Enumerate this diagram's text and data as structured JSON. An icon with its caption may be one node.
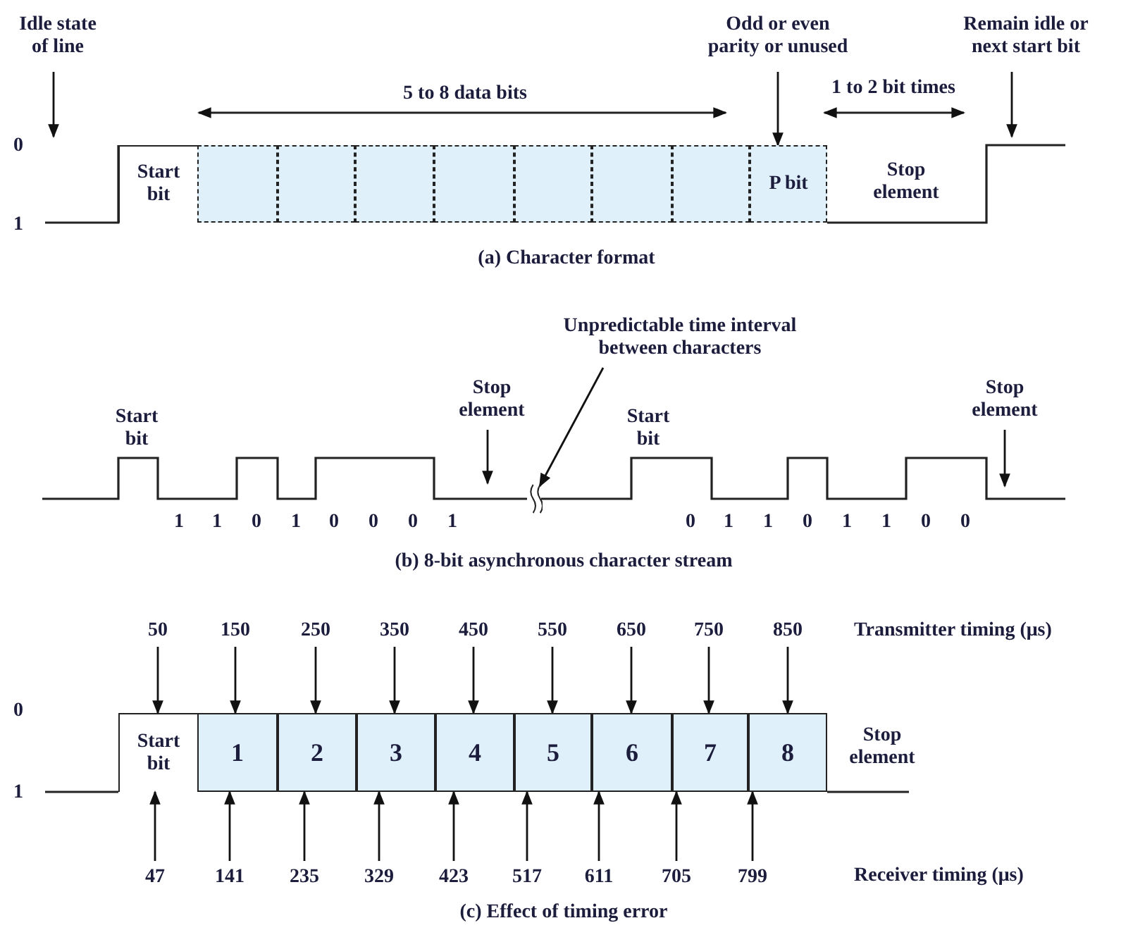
{
  "diagram": {
    "nodes": [
      {
        "text": [
          "Idle state of line"
        ]
      },
      {
        "text": [
          "Odd or even parity or unused"
        ]
      },
      {
        "text": [
          "Remain idle or next start bit"
        ]
      },
      {
        "text": [
          "Start bit"
        ]
      },
      {
        "text": [],
        "shape": "box"
      },
      {
        "text": [],
        "shape": "box"
      },
      {
        "text": [],
        "shape": "box"
      },
      {
        "text": [],
        "shape": "box"
      },
      {
        "text": [],
        "shape": "box"
      },
      {
        "text": [],
        "shape": "box"
      },
      {
        "text": [],
        "shape": "box"
      },
      {
        "text": [
          "P bit"
        ]
      },
      {
        "text": [
          "Stop element"
        ]
      },
      {
        "text": [
          "Unpredictable time interval between characters"
        ]
      },
      {
        "text": [
          "Stop element"
        ]
      },
      {
        "text": [
          "50"
        ]
      },
      {
        "text": [
          "150"
        ]
      },
      {
        "text": [
          "250"
        ]
      },
      {
        "text": [
          "350"
        ]
      },
      {
        "text": [
          "450"
        ]
      },
      {
        "text": [
          "550"
        ]
      },
      {
        "text": [
          "650"
        ]
      },
      {
        "text": [
          "750"
        ]
      },
      {
        "text": [
          "850"
        ]
      },
      {
        "text": [
          "Start bit"
        ]
      },
      {
        "text": [
          "1"
        ]
      },
      {
        "text": [
          "2"
        ]
      },
      {
        "text": [
          "3"
        ]
      },
      {
        "text": [
          "4"
        ]
      },
      {
        "text": [
          "5"
        ]
      },
      {
        "text": [
          "6"
        ]
      },
      {
        "text": [
          "7"
        ]
      },
      {
        "text": [
          "8"
        ]
      },
      {
        "text": [
          "47"
        ]
      },
      {
        "text": [
          "141"
        ]
      },
      {
        "text": [
          "235"
        ]
      },
      {
        "text": [
          "329"
        ]
      },
      {
        "text": [
          "423"
        ]
      },
      {
        "text": [
          "517"
        ]
      },
      {
        "text": [
          "611"
        ]
      },
      {
        "text": [
          "705"
        ]
      },
      {
        "text": [
          "799"
        ]
      },
      {
        "text": [],
        "shape": "picture"
      }
    ],
    "edges": [
      {
        "from": 0,
        "to": null,
        "arrow": "to"
      },
      {
        "from": 1,
        "to": 11,
        "arrow": "to"
      },
      {
        "from": 2,
        "to": null,
        "arrow": "to"
      },
      {
        "from": 12,
        "to": null,
        "arrow": "to"
      },
      {
        "from": 13,
        "to": 42,
        "arrow": "to"
      },
      {
        "from": 14,
        "to": null,
        "arrow": "to"
      },
      {
        "from": 15,
        "to": 24,
        "arrow": "to"
      },
      {
        "from": 16,
        "to": 25,
        "arrow": "to"
      },
      {
        "from": 17,
        "to": 26,
        "arrow": "to"
      },
      {
        "from": 18,
        "to": 27,
        "arrow": "to"
      },
      {
        "from": 19,
        "to": 28,
        "arrow": "to"
      },
      {
        "from": 20,
        "to": 29,
        "arrow": "to"
      },
      {
        "from": 21,
        "to": 30,
        "arrow": "to"
      },
      {
        "from": 22,
        "to": 31,
        "arrow": "to"
      },
      {
        "from": 23,
        "to": 32,
        "arrow": "to"
      },
      {
        "from": 33,
        "to": 24,
        "arrow": "to"
      },
      {
        "from": 34,
        "to": 25,
        "arrow": "to"
      },
      {
        "from": 35,
        "to": 26,
        "arrow": "to"
      },
      {
        "from": 36,
        "to": 27,
        "arrow": "to"
      },
      {
        "from": 37,
        "to": 28,
        "arrow": "to"
      },
      {
        "from": 38,
        "to": 29,
        "arrow": "to"
      },
      {
        "from": 39,
        "to": 30,
        "arrow": "to"
      },
      {
        "from": 40,
        "to": 31,
        "arrow": "to"
      },
      {
        "from": 41,
        "to": 32,
        "arrow": "to"
      }
    ],
    "labels": [
      "5 to 8 data bits",
      "1 to 2 bit times",
      "0",
      "Stop element",
      "1",
      "(a) Character format",
      "Start bit",
      "Start bit",
      "1",
      "1",
      "0",
      "1",
      "0",
      "0",
      "0",
      "1",
      "0",
      "1",
      "1",
      "0",
      "1",
      "1",
      "0",
      "0",
      "(b) 8-bit asynchronous character stream",
      "Transmitter timing (μs)",
      "0",
      "Stop element",
      "1",
      "Receiver timing (μs)",
      "(c) Effect of timing error"
    ]
  }
}
